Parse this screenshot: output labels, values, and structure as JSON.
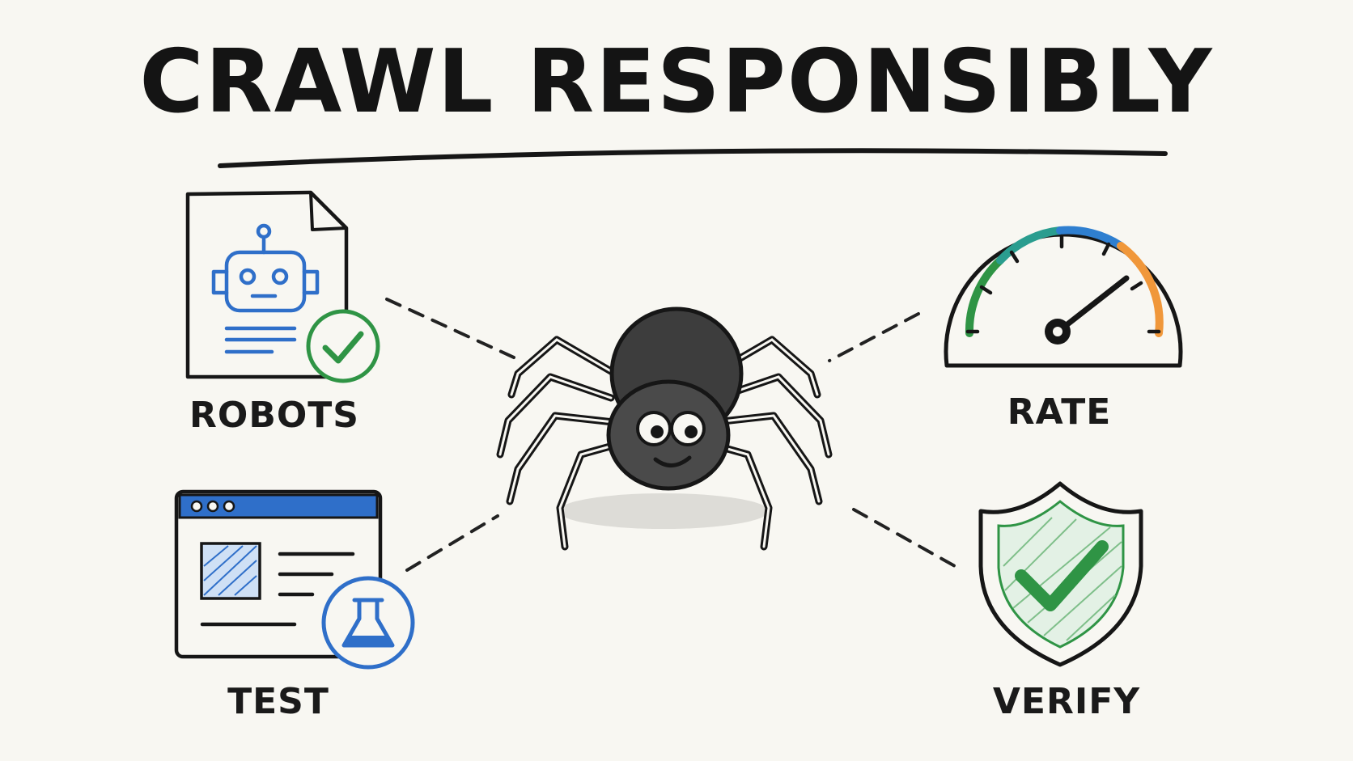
{
  "title": "CRAWL RESPONSIBLY",
  "items": [
    {
      "label": "ROBOTS"
    },
    {
      "label": "RATE"
    },
    {
      "label": "TEST"
    },
    {
      "label": "VERIFY"
    }
  ],
  "icons": {
    "robots": "robot-document-icon",
    "rate": "speedometer-gauge-icon",
    "test": "browser-window-test-icon",
    "verify": "shield-check-icon",
    "center": "spider-icon"
  },
  "colors": {
    "ink": "#161616",
    "blue": "#2f6fc9",
    "green": "#2f9445",
    "teal": "#2a9d8f",
    "orange": "#f0973a",
    "background": "#f8f7f2"
  }
}
